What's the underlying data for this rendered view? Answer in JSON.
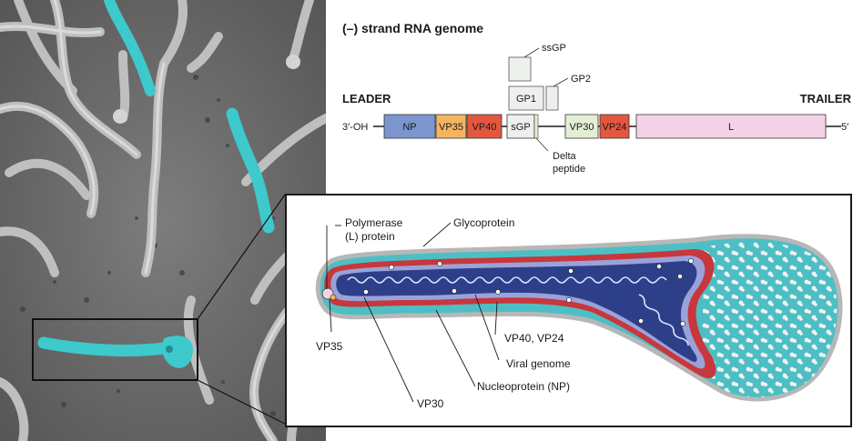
{
  "genome": {
    "title": "(–) strand RNA genome",
    "leader": "LEADER",
    "trailer": "TRAILER",
    "end_3prime": "3′-OH",
    "end_5prime": "5′",
    "genes": [
      {
        "label": "NP",
        "color": "#7b96cf"
      },
      {
        "label": "VP35",
        "color": "#f4b55f"
      },
      {
        "label": "VP40",
        "color": "#e4573f"
      },
      {
        "label": "sGP",
        "color": "#eef0ee"
      },
      {
        "label": "VP30",
        "color": "#e3efd4"
      },
      {
        "label": "VP24",
        "color": "#e4573f"
      },
      {
        "label": "L",
        "color": "#f4d2e6"
      }
    ],
    "products": {
      "ssgp": "ssGP",
      "gp1": "GP1",
      "gp2": "GP2",
      "delta_line1": "Delta",
      "delta_line2": "peptide"
    }
  },
  "virion": {
    "labels": {
      "polymerase_line1": "Polymerase",
      "polymerase_line2": "(L) protein",
      "glycoprotein": "Glycoprotein",
      "vp35": "VP35",
      "vp40_vp24": "VP40, VP24",
      "viral_genome": "Viral genome",
      "nucleoprotein": "Nucleoprotein (NP)",
      "vp30": "VP30"
    },
    "colors": {
      "outer": "#4dbfc4",
      "matrix": "#c7373c",
      "core": "#2e3f8a",
      "envelope_spots": "#f2f2f2"
    }
  }
}
